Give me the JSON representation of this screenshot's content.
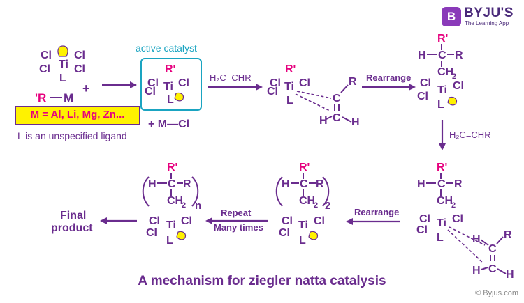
{
  "brand": {
    "badge": "B",
    "name": "BYJU'S",
    "tagline": "The Learning App"
  },
  "caption": "A mechanism for ziegler natta catalysis",
  "copyright": "© Byjus.com",
  "colors": {
    "purple": "#6a2c8e",
    "magenta": "#e6007e",
    "teal": "#1aa4c1",
    "yellow": "#fff200"
  },
  "precatalyst": {
    "cl": "Cl",
    "ti": "Ti",
    "l": "L"
  },
  "plus": "+",
  "alkyl": {
    "r": "'R",
    "m": "M"
  },
  "metals_box": "M = Al, Li, Mg, Zn...",
  "ligand_note": "L is an unspecified ligand",
  "active_catalyst_label": "active catalyst",
  "byproduct": "+ M—Cl",
  "atoms": {
    "r_prime": "R'",
    "cl": "Cl",
    "ti": "Ti",
    "l": "L",
    "c": "C",
    "h": "H",
    "r": "R",
    "ch2": "CH",
    "sub2": "2",
    "sub_n": "n"
  },
  "steps": {
    "step1_reagent": "H₂C=CHR",
    "step2_label": "Rearrange",
    "step3_reagent": "H₂C=CHR",
    "step4_label": "Rearrange",
    "step5_label_line1": "Repeat",
    "step5_label_line2": "Many times"
  },
  "final_product": {
    "line1": "Final",
    "line2": "product"
  }
}
